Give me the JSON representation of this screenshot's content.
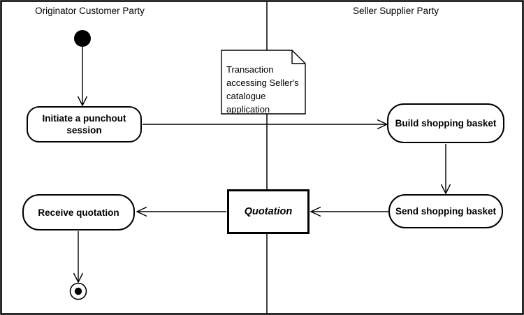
{
  "diagram": {
    "type": "UML activity diagram",
    "colors": {
      "ink": "#000000",
      "background": "#ffffff"
    },
    "lanes": [
      {
        "id": "originator",
        "label": "Originator Customer Party"
      },
      {
        "id": "seller",
        "label": "Seller Supplier Party"
      }
    ],
    "nodes": {
      "initial": {
        "kind": "initial-node"
      },
      "initiate": {
        "kind": "activity",
        "label": "Initiate a punchout session",
        "lane": "originator"
      },
      "build": {
        "kind": "activity",
        "label": "Build shopping basket",
        "lane": "seller"
      },
      "send": {
        "kind": "activity",
        "label": "Send shopping basket",
        "lane": "seller"
      },
      "quotation": {
        "kind": "object",
        "label": "Quotation"
      },
      "receive": {
        "kind": "activity",
        "label": "Receive quotation",
        "lane": "originator"
      },
      "final": {
        "kind": "final-node"
      }
    },
    "note": {
      "text": "Transaction accessing Seller's catalogue application",
      "lines": [
        "Transaction",
        "accessing Seller's",
        "catalogue",
        "application"
      ]
    },
    "flows": [
      {
        "from": "initial",
        "to": "initiate"
      },
      {
        "from": "initiate",
        "to": "build"
      },
      {
        "from": "build",
        "to": "send"
      },
      {
        "from": "send",
        "to": "quotation"
      },
      {
        "from": "quotation",
        "to": "receive"
      },
      {
        "from": "receive",
        "to": "final"
      }
    ]
  }
}
